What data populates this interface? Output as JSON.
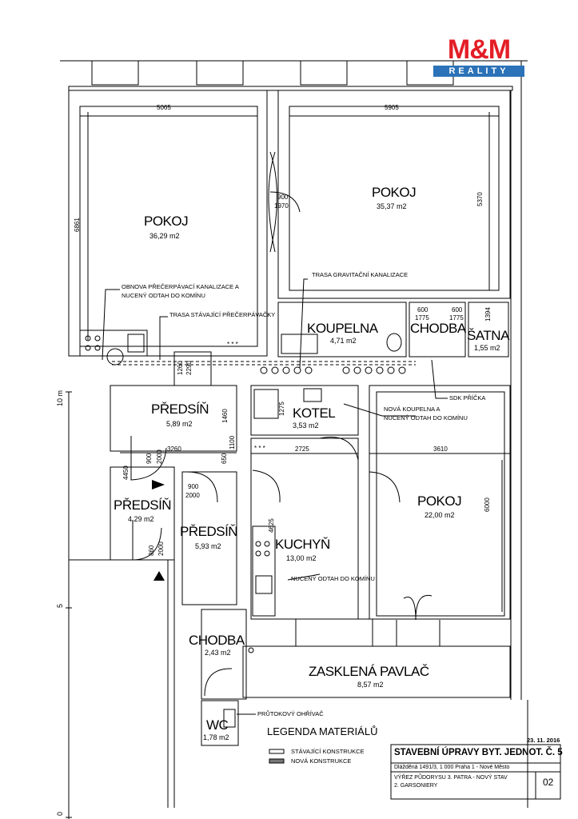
{
  "brand": {
    "logo_main": "M&M",
    "logo_sub": "REALITY",
    "red": "#e41e26",
    "blue": "#2b72b8"
  },
  "rooms": {
    "pokoj_left": {
      "name": "POKOJ",
      "area": "36,29  m2"
    },
    "pokoj_right": {
      "name": "POKOJ",
      "area": "35,37  m2"
    },
    "koupelna": {
      "name": "KOUPELNA",
      "area": "4,71  m2"
    },
    "chodba_top": {
      "name": "CHODBA",
      "area": ""
    },
    "satna": {
      "name": "ŠATNA",
      "area": "1,55  m2"
    },
    "predsin_1": {
      "name": "PŘEDSÍŇ",
      "area": "5,89  m2"
    },
    "kotel": {
      "name": "KOTEL",
      "area": "3,53  m2"
    },
    "predsin_2": {
      "name": "PŘEDSÍŇ",
      "area": "4,29  m2"
    },
    "predsin_3": {
      "name": "PŘEDSÍŇ",
      "area": "5,93  m2"
    },
    "kuchyn": {
      "name": "KUCHYŇ",
      "area": "13,00  m2"
    },
    "pokoj_east": {
      "name": "POKOJ",
      "area": "22,00  m2"
    },
    "chodba_bottom": {
      "name": "CHODBA",
      "area": "2,43  m2"
    },
    "pavlac": {
      "name": "ZASKLENÁ PAVLAČ",
      "area": "8,57  m2"
    },
    "wc": {
      "name": "WC",
      "area": "1,78  m2"
    }
  },
  "dimensions": {
    "d5065": "5065",
    "d5905": "5905",
    "d6861": "6861",
    "d5370": "5370",
    "d900a": "900",
    "d1970": "1970",
    "d600a": "600",
    "d1775a": "1775",
    "d600b": "600",
    "d1775b": "1775",
    "d1394": "1394",
    "d1260": "1260",
    "d2290": "2290",
    "d1460": "1460",
    "d1275": "1275",
    "d3260": "3260",
    "d900b": "900",
    "d2000a": "2000",
    "d650": "650",
    "d1100": "1100",
    "d2725": "2725",
    "d3610": "3610",
    "d4450": "4450",
    "d900c": "900",
    "d2000b": "2000",
    "d6000": "6000",
    "d4625": "4625",
    "d860": "860",
    "d2000c": "2000"
  },
  "notes": {
    "obnova_1": "OBNOVA  PŘEČERPÁVACÍ  KANALIZACE  A",
    "obnova_2": "NUCENÝ  ODTAH  DO  KOMÍNU",
    "trasa_gravitacni": "TRASA  GRAVITAČNÍ  KANALIZACE",
    "trasa_stavajici": "TRASA  STÁVAJÍCÍ  PŘEČERPÁVAČKY",
    "nova_koupelna_1": "NOVÁ  KOUPELNA  A",
    "nova_koupelna_2": "NUCENÝ  ODTAH  DO  KOMÍNU",
    "sdk": "SDK  PŘÍČKA",
    "nuceny_kuchyn": "NUCENÝ  ODTAH  DO  KOMÍNU",
    "prutokovy": "PRŮTOKOVÝ  OHŘÍVAČ"
  },
  "legend": {
    "title": "LEGENDA MATERIÁLŮ",
    "existing": "STÁVAJÍCÍ  KONSTRUKCE",
    "new": "NOVÁ  KONSTRUKCE"
  },
  "scale_marks": {
    "m10": "10  m",
    "m5": "5",
    "m0": "0"
  },
  "title_block": {
    "date": "23. 11. 2016",
    "title": "STAVEBNÍ ÚPRAVY BYT. JEDNOT. Č. 5",
    "address": "Dlážděná 1491/3, 1 000 Praha 1 - Nové Město",
    "sheet_desc_1": "VÝŘEZ PŮDORYSU 3. PATRA - NOVÝ STAV",
    "sheet_desc_2": "2. GARSONIERY",
    "sheet_no": "02"
  },
  "symbols": {
    "stars_1": "* * *",
    "stars_2": "* * *"
  }
}
